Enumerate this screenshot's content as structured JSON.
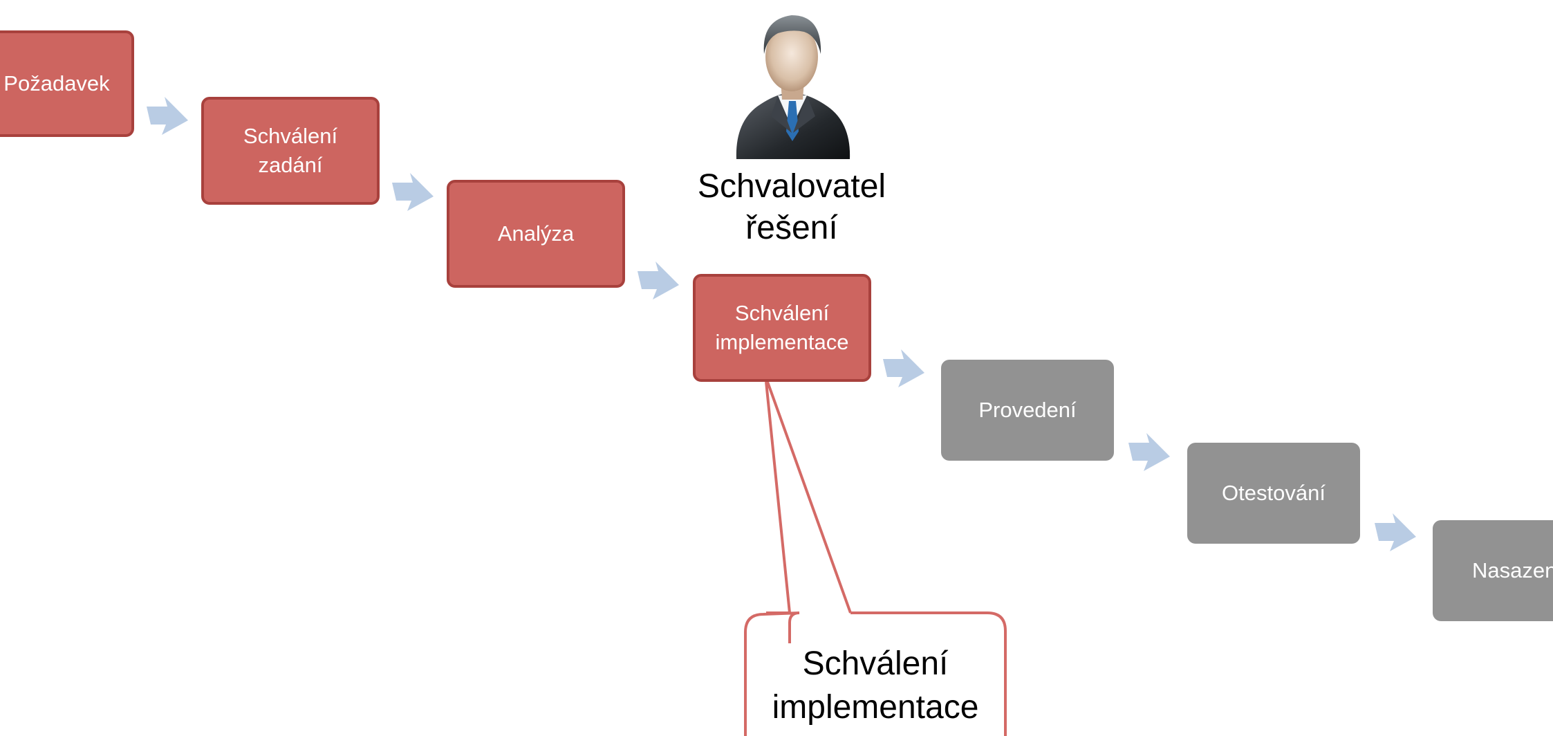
{
  "diagram": {
    "steps": [
      {
        "label": "Požadavek",
        "status": "done"
      },
      {
        "label": "Schválení\nzadání",
        "status": "done"
      },
      {
        "label": "Analýza",
        "status": "done"
      },
      {
        "label": "Schválení\nimplementace",
        "status": "done"
      },
      {
        "label": "Provedení",
        "status": "pending"
      },
      {
        "label": "Otestování",
        "status": "pending"
      },
      {
        "label": "Nasazení",
        "status": "pending"
      }
    ],
    "approver_label": "Schvalovatel\nřešení",
    "callout_label": "Schválení\nimplementace",
    "colors": {
      "done_fill": "#cd6560",
      "done_border": "#a8413d",
      "pending_fill": "#929292",
      "arrow": "#b9cce4",
      "callout_border": "#d46a66"
    },
    "icons": [
      "businessman-icon",
      "chevron-arrow-icon"
    ]
  }
}
